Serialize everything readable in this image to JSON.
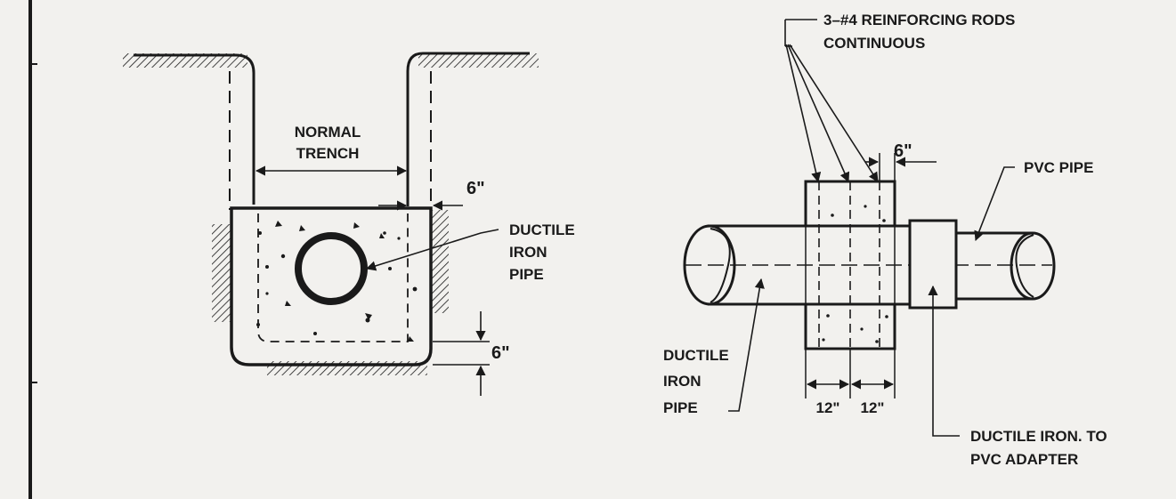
{
  "section": {
    "trench_label": [
      "NORMAL",
      "TRENCH"
    ],
    "side_clearance": "6\"",
    "bottom_clearance": "6\"",
    "pipe_label": [
      "DUCTILE",
      "IRON",
      "PIPE"
    ]
  },
  "elevation": {
    "rods_label": [
      "3–#4 REINFORCING RODS",
      "CONTINUOUS"
    ],
    "collar_offset": "6\"",
    "pvc_label": "PVC PIPE",
    "di_pipe_label": [
      "DUCTILE",
      "IRON",
      "PIPE"
    ],
    "collar_width_left": "12\"",
    "collar_width_right": "12\"",
    "adapter_label": [
      "DUCTILE IRON. TO",
      "PVC ADAPTER"
    ]
  },
  "colors": {
    "ink": "#1a1a1a",
    "paper": "#f2f1ee"
  }
}
